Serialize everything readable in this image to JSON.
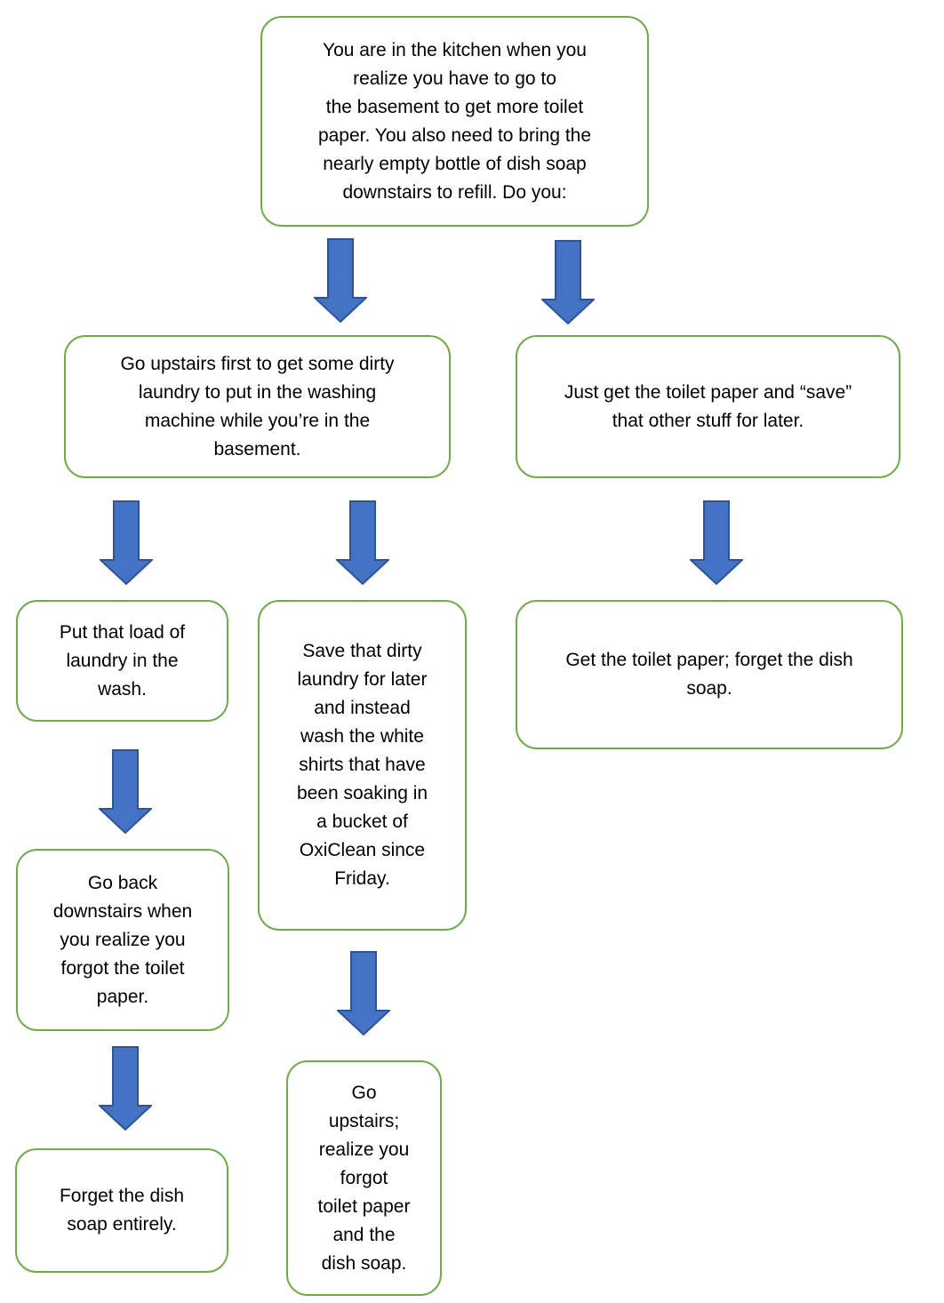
{
  "colors": {
    "background": "#FFFFFF",
    "box_border": "#70AD47",
    "box_fill": "#FFFFFF",
    "arrow_fill": "#4472C4",
    "arrow_border": "#2F5496",
    "text": "#000000"
  },
  "diagram_type": "flowchart",
  "nodes": {
    "start": {
      "text": "You are in the kitchen when you\nrealize you have to go to\nthe basement to get more toilet\npaper. You also need to bring the\nnearly empty bottle of dish soap\ndownstairs to refill. Do you:"
    },
    "branch_laundry": {
      "text": "Go upstairs first to get some dirty\nlaundry to put in the washing\nmachine while you’re in the\nbasement."
    },
    "branch_save_later": {
      "text": "Just get the toilet paper and “save”\nthat other stuff for later."
    },
    "wash_load": {
      "text": "Put that load of\nlaundry in the\nwash."
    },
    "wash_white_shirts": {
      "text": "Save that dirty\nlaundry for later\nand instead\nwash the white\nshirts that have\nbeen soaking in\na bucket of\nOxiClean since\nFriday."
    },
    "get_tp_forget_soap": {
      "text": "Get the toilet paper; forget the dish\nsoap."
    },
    "go_back_downstairs": {
      "text": "Go back\ndownstairs when\nyou realize you\nforgot the toilet\npaper."
    },
    "forget_dish_soap": {
      "text": "Forget the dish\nsoap entirely."
    },
    "go_upstairs_forgot_all": {
      "text": "Go\nupstairs;\nrealize you\nforgot\ntoilet paper\nand the\ndish soap."
    }
  }
}
